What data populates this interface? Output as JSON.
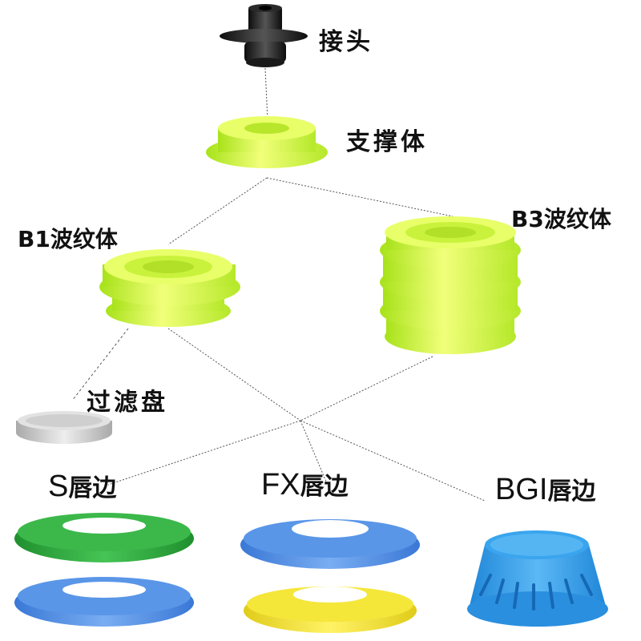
{
  "labels": {
    "connector": "接头",
    "support": "支撑体",
    "b1": "B1波纹体",
    "b3": "B3波纹体",
    "filter": "过滤盘",
    "s_prefix": "S",
    "s_suffix": "唇边",
    "fx_prefix": "FX",
    "fx_suffix": "唇边",
    "bgi_prefix": "BGI",
    "bgi_suffix": "唇边"
  },
  "colors": {
    "lime": "#c8f03a",
    "black": "#1a1a1a",
    "green": "#2aa63a",
    "blue": "#4a8ee6",
    "yellow": "#f2e23a",
    "cyan": "#2f9de8",
    "gray": "#c9c9c9"
  }
}
